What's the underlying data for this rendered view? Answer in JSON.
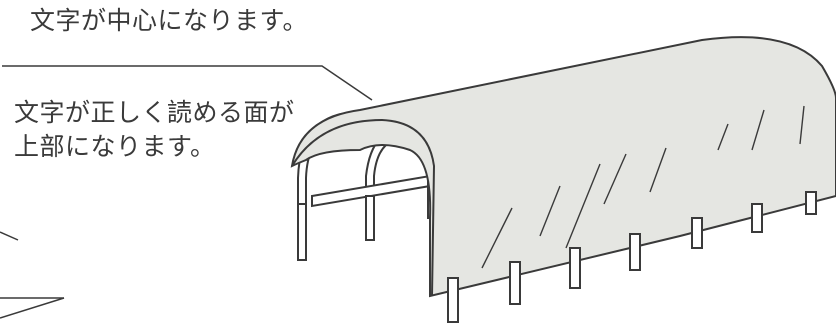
{
  "captions": {
    "center_text": "文字が中心になります。",
    "top_line1": "文字が正しく読める面が",
    "top_line2": "上部になります。"
  },
  "colors": {
    "line": "#3a3a3a",
    "sheet_fill": "#e5e6e2",
    "frame_fill": "#ffffff",
    "background": "#ffffff"
  }
}
